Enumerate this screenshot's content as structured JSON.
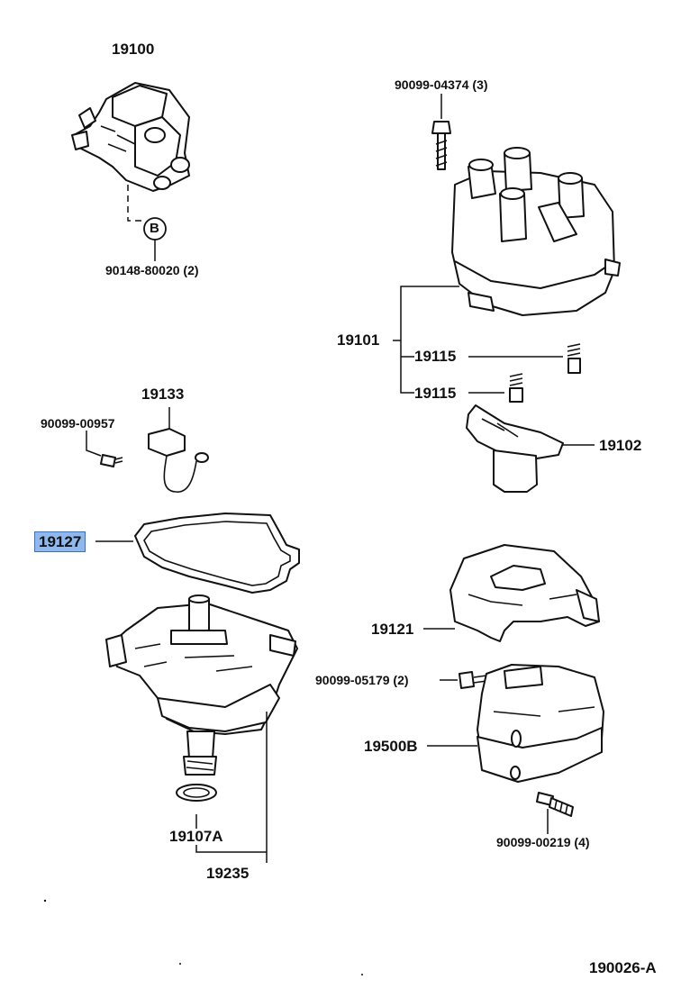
{
  "parts": {
    "p19100": "19100",
    "p90099_04374": "90099-04374 (3)",
    "marker_b": "B",
    "p90148_80020": "90148-80020 (2)",
    "p19101": "19101",
    "p19115_a": "19115",
    "p19115_b": "19115",
    "p19133": "19133",
    "p90099_00957": "90099-00957",
    "p19102": "19102",
    "p19127": "19127",
    "p19121": "19121",
    "p90099_05179": "90099-05179 (2)",
    "p19500b": "19500B",
    "p90099_00219": "90099-00219 (4)",
    "p19107a": "19107A",
    "p19235": "19235"
  },
  "diagram_code": "190026-A",
  "highlight_color": "#8fb8ee"
}
